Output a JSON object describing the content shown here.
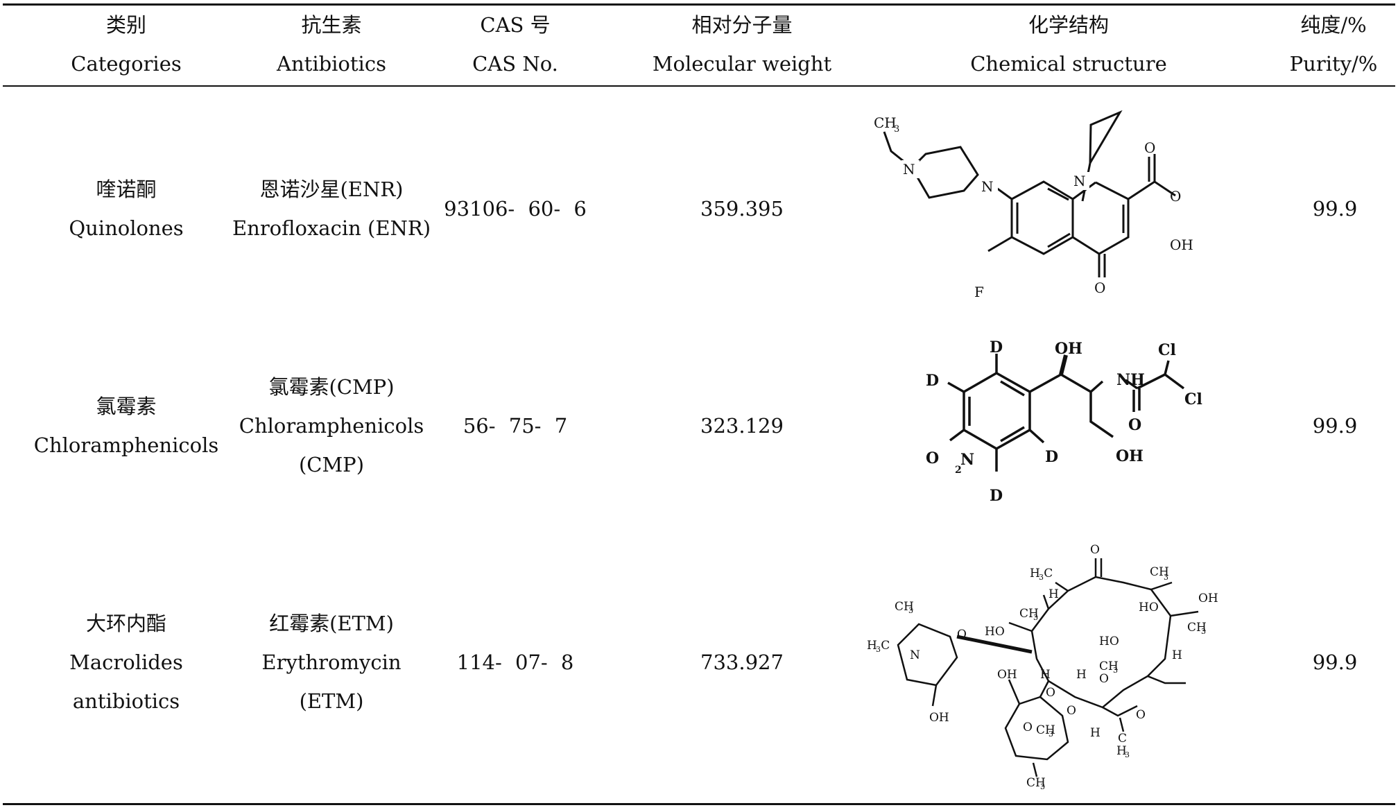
{
  "header": {
    "categories_cn": "类别",
    "categories_en": "Categories",
    "antibiotics_cn": "抗生素",
    "antibiotics_en": "Antibiotics",
    "cas_cn": "CAS 号",
    "cas_en": "CAS No.",
    "mw_cn": "相对分子量",
    "mw_en": "Molecular weight",
    "struct_cn": "化学结构",
    "struct_en": "Chemical structure",
    "purity_cn": "纯度/%",
    "purity_en": "Purity/%"
  },
  "rows": [
    {
      "category_cn": "喹诺酮",
      "category_en": "Quinolones",
      "antibiotic_cn": "恩诺沙星(ENR)",
      "antibiotic_en": "Enrofloxacin (ENR)",
      "cas": "93106- 60- 6",
      "mw": "359.395",
      "purity": "99.9",
      "atoms": {
        "ch3": "CH",
        "ch3_sub": "3",
        "n": "N",
        "f": "F",
        "o": "O",
        "oh": "OH"
      }
    },
    {
      "category_cn": "氯霉素",
      "category_en": "Chloramphenicols",
      "antibiotic_cn": "氯霉素(CMP)",
      "antibiotic_en": "Chloramphenicols",
      "antibiotic_abbr": "(CMP)",
      "cas": "56- 75- 7",
      "mw": "323.129",
      "purity": "99.9",
      "atoms": {
        "d": "D",
        "oh": "OH",
        "nh": "NH",
        "cl": "Cl",
        "o": "O",
        "o2n_o": "O",
        "o2n_sub": "2",
        "o2n_n": "N"
      }
    },
    {
      "category_cn": "大环内酯",
      "category_en": "Macrolides",
      "category_en2": "antibiotics",
      "antibiotic_cn": "红霉素(ETM)",
      "antibiotic_en": "Erythromycin",
      "antibiotic_abbr": "(ETM)",
      "cas": "114- 07- 8",
      "mw": "733.927",
      "purity": "99.9",
      "atoms": {
        "o": "O",
        "h3c": "H C",
        "h3c_sub": "3",
        "ch3": "CH",
        "ch3_sub": "3",
        "h": "H",
        "oh": "OH",
        "ho": "HO",
        "n": "N",
        "c": "C"
      }
    }
  ]
}
